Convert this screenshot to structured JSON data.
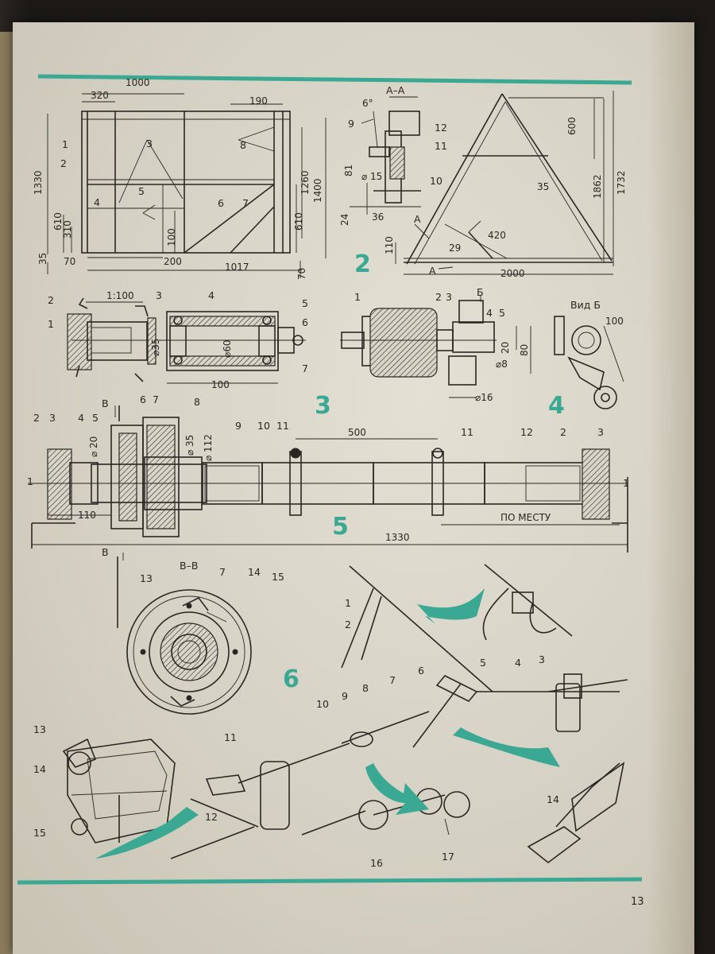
{
  "page": {
    "number": "13"
  },
  "colors": {
    "accent": "#3aa892",
    "ink": "#2a2722",
    "paper": "#d8d5c9"
  },
  "figures": {
    "fig2": "2",
    "fig3": "3",
    "fig4": "4",
    "fig5": "5",
    "fig6": "6"
  },
  "fig2_plan": {
    "dims": {
      "d1000": "1000",
      "d320": "320",
      "d190": "190",
      "d1330": "1330",
      "d1260": "1260",
      "d1400": "1400",
      "d610a": "610",
      "d310": "310",
      "d100": "100",
      "d610b": "610",
      "d35": "35",
      "d70a": "70",
      "d200": "200",
      "d1017": "1017",
      "d70b": "70"
    },
    "callouts": {
      "c1": "1",
      "c2": "2",
      "c3": "3",
      "c4": "4",
      "c5": "5",
      "c6": "6",
      "c7": "7",
      "c8": "8"
    }
  },
  "fig2_section": {
    "title": "А–А",
    "dims": {
      "d6deg": "6°",
      "d81": "81",
      "d15": "⌀ 15",
      "d24": "24",
      "d36": "36"
    },
    "callouts": {
      "c9": "9",
      "c10": "10"
    }
  },
  "fig2_side": {
    "dims": {
      "d600": "600",
      "d1862": "1862",
      "d1732": "1732",
      "d35": "35",
      "d420": "420",
      "d29": "29",
      "d110": "110",
      "d2000": "2000"
    },
    "callouts": {
      "c11": "11",
      "c12": "12",
      "A1": "А",
      "A2": "А"
    }
  },
  "fig3": {
    "scale": "1:100",
    "dims": {
      "d35": "⌀35",
      "d60": "⌀60",
      "d100": "100"
    },
    "callouts": {
      "c1": "1",
      "c2": "2",
      "c3": "3",
      "c4": "4",
      "c5": "5",
      "c6": "6",
      "c7": "7"
    }
  },
  "fig4": {
    "view_label": "Вид Б",
    "dims": {
      "d20": "20",
      "d80": "80",
      "d8": "⌀8",
      "d16": "⌀16",
      "d100": "100"
    },
    "callouts": {
      "c1": "1",
      "c2": "2",
      "c3": "3",
      "c4": "4",
      "c5": "5",
      "B": "Б"
    }
  },
  "fig5": {
    "dims": {
      "d500": "500",
      "d20": "⌀ 20",
      "d35": "⌀ 35",
      "d112": "⌀ 112",
      "d110": "110",
      "d1330": "1330",
      "in_place": "ПО МЕСТУ"
    },
    "callouts": {
      "c1": "1",
      "c2": "2",
      "c3": "3",
      "c4": "4",
      "c5": "5",
      "c6": "6",
      "c7": "7",
      "c8": "8",
      "c9": "9",
      "c10": "10",
      "c11a": "11",
      "c11b": "11",
      "c12": "12",
      "c2r": "2",
      "c3r": "3",
      "c1r": "1",
      "B1": "В",
      "B2": "В"
    }
  },
  "fig6": {
    "section_title": "В–В",
    "callouts": {
      "c1": "1",
      "c2": "2",
      "c3": "3",
      "c4": "4",
      "c5": "5",
      "c6": "6",
      "c7": "7",
      "c8": "8",
      "c9": "9",
      "c10": "10",
      "c11": "11",
      "c12": "12",
      "c13": "13",
      "c14": "14",
      "c15": "15",
      "c13b": "13",
      "c14b": "14",
      "c15b": "15",
      "c16": "16",
      "c17": "17",
      "c14c": "14"
    }
  }
}
